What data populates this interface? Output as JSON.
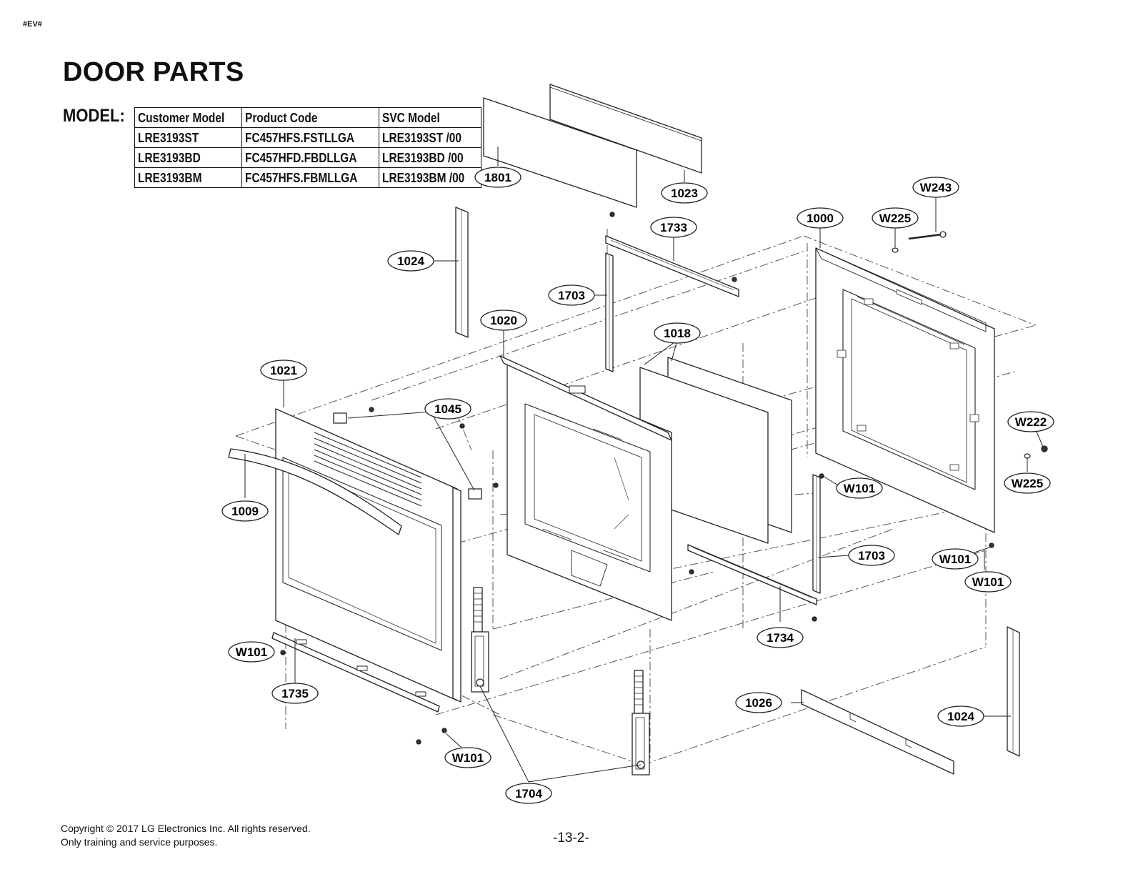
{
  "page": {
    "tag": "#EV#",
    "title": "DOOR PARTS",
    "model_label": "MODEL:",
    "footer_line1": "Copyright © 2017 LG Electronics Inc. All rights reserved.",
    "footer_line2": "Only training and service purposes.",
    "page_number": "-13-2-"
  },
  "model_table": {
    "headers": [
      "Customer Model",
      "Product Code",
      "SVC Model"
    ],
    "rows": [
      [
        "LRE3193ST",
        "FC457HFS.FSTLLGA",
        "LRE3193ST /00"
      ],
      [
        "LRE3193BD",
        "FC457HFD.FBDLLGA",
        "LRE3193BD /00"
      ],
      [
        "LRE3193BM",
        "FC457HFS.FBMLLGA",
        "LRE3193BM /00"
      ]
    ]
  },
  "callouts": [
    "1801",
    "1023",
    "W243",
    "1000",
    "W225",
    "1733",
    "1024",
    "1703",
    "1020",
    "1018",
    "1021",
    "1045",
    "W222",
    "W101",
    "W225",
    "1009",
    "1703",
    "W101",
    "W101",
    "1734",
    "W101",
    "1735",
    "1026",
    "1024",
    "W101",
    "1704"
  ]
}
